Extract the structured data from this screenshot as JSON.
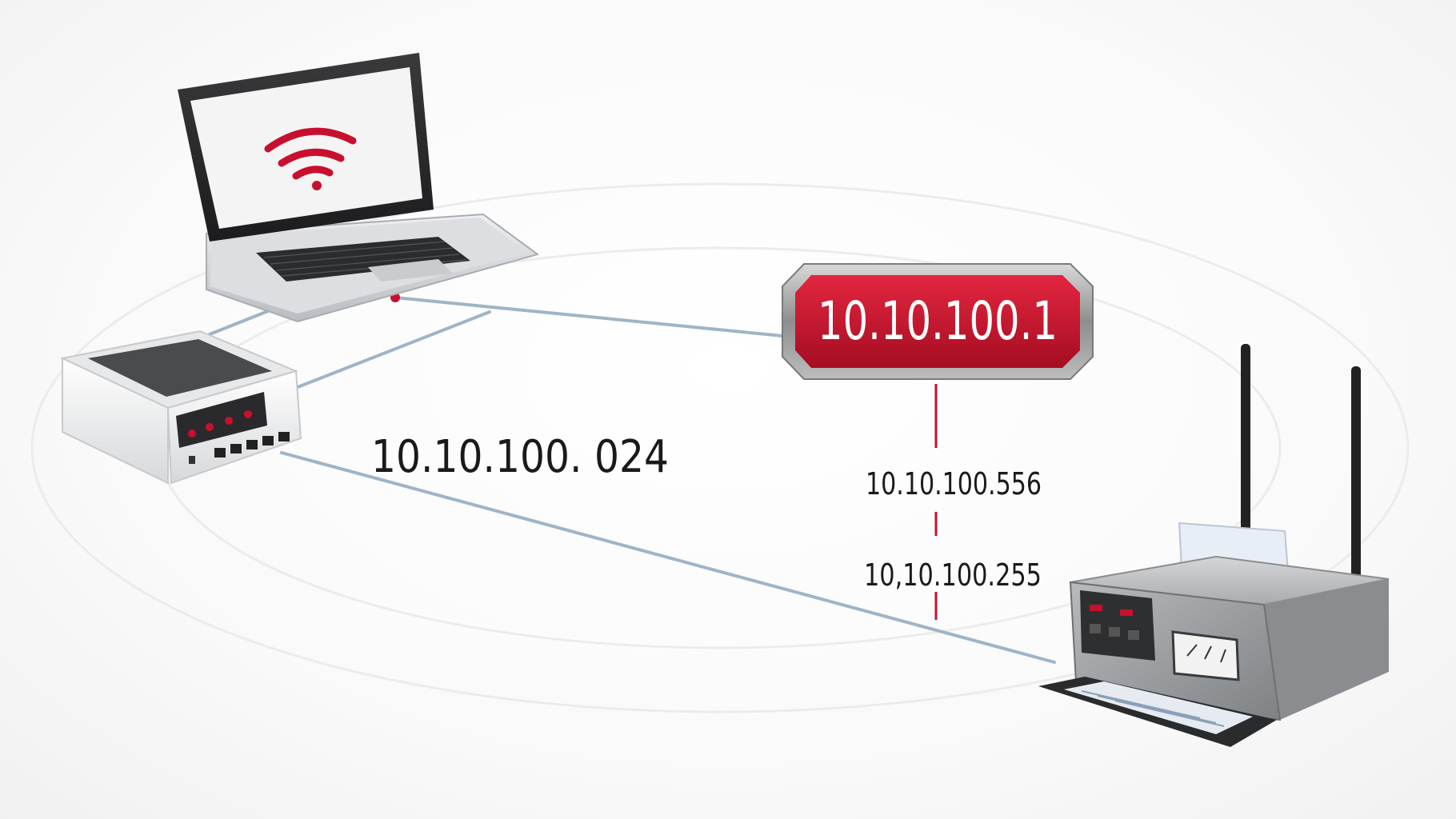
{
  "gateway": {
    "ip": "10.10.100.1"
  },
  "labels": {
    "subnet": "10.10.100. 024",
    "range_start": "10.10.100.556",
    "range_end": "10,10.100.255"
  },
  "colors": {
    "accent_red": "#c8102e",
    "cable_blue": "#9fb4c8",
    "badge_frame": "#9a9a9a",
    "printer_body": "#8f9194"
  },
  "icons": {
    "laptop": "laptop-icon",
    "wifi": "wifi-icon",
    "switch": "network-switch-icon",
    "printer": "printer-icon"
  }
}
